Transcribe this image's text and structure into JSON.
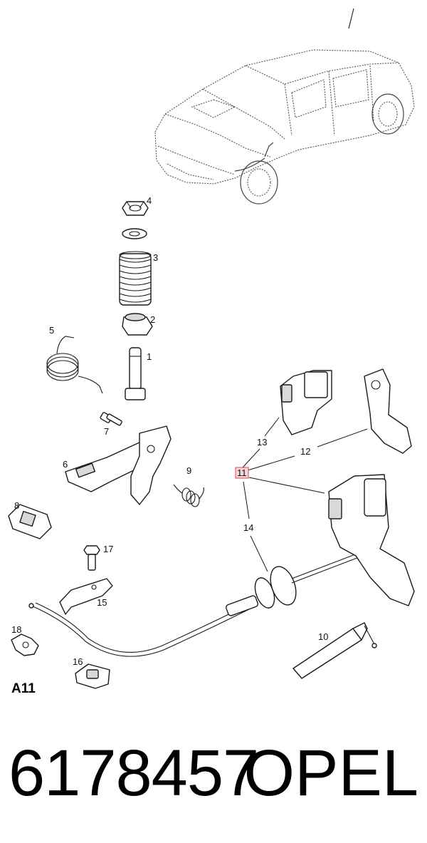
{
  "diagram": {
    "section_code": "A11",
    "highlighted_callout": "11",
    "callouts": [
      {
        "id": "c1",
        "label": "1"
      },
      {
        "id": "c2",
        "label": "2"
      },
      {
        "id": "c3",
        "label": "3"
      },
      {
        "id": "c4",
        "label": "4"
      },
      {
        "id": "c5",
        "label": "5"
      },
      {
        "id": "c6",
        "label": "6"
      },
      {
        "id": "c7",
        "label": "7"
      },
      {
        "id": "c8",
        "label": "8"
      },
      {
        "id": "c9",
        "label": "9"
      },
      {
        "id": "c10",
        "label": "10"
      },
      {
        "id": "c11",
        "label": "11"
      },
      {
        "id": "c12",
        "label": "12"
      },
      {
        "id": "c13",
        "label": "13"
      },
      {
        "id": "c14",
        "label": "14"
      },
      {
        "id": "c15",
        "label": "15"
      },
      {
        "id": "c16",
        "label": "16"
      },
      {
        "id": "c17",
        "label": "17"
      },
      {
        "id": "c18",
        "label": "18"
      }
    ],
    "colors": {
      "highlight_fill": "#f6d6d6",
      "highlight_stroke": "#d94a4a",
      "ink": "#1a1a1a"
    }
  },
  "footer": {
    "part_number": "6178457",
    "brand": "OPEL"
  }
}
